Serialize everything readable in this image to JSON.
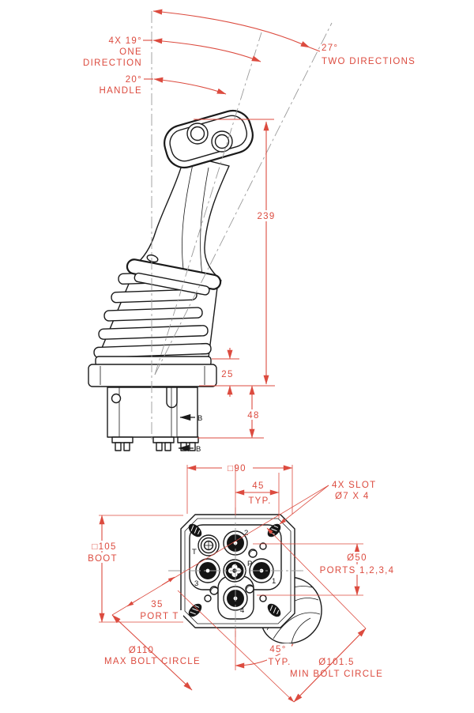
{
  "colors": {
    "dimension_red": "#DC4B3F",
    "line_black": "#1A1A1A",
    "centerline_gray": "#9A9A9A"
  },
  "side_view": {
    "callout_19": {
      "l1": "4X 19°",
      "l2": "ONE",
      "l3": "DIRECTION"
    },
    "callout_27": {
      "l1": "27°",
      "l2": "TWO DIRECTIONS"
    },
    "callout_20": {
      "l1": "20°",
      "l2": "HANDLE"
    },
    "dim_height": "239",
    "dim_flange": "25",
    "dim_body": "48",
    "section_marker": "B"
  },
  "bottom_view": {
    "dim_square": "□90",
    "dim_45": "45",
    "dim_45_suffix": "TYP.",
    "slot_l1": "4X SLOT",
    "slot_l2": "Ø7 X 4",
    "boot_l1": "□105",
    "boot_l2": "BOOT",
    "ports_l1": "Ø50",
    "ports_l2": "PORTS 1,2,3,4",
    "portt_l1": "35",
    "portt_l2": "PORT T",
    "max_l1": "Ø110",
    "max_l2": "MAX BOLT CIRCLE",
    "angle_l1": "45°",
    "angle_l2": "TYP.",
    "min_l1": "Ø101.5",
    "min_l2": "MIN BOLT CIRCLE",
    "port_labels": {
      "t": "T",
      "p": "P",
      "n1": "1",
      "n2": "2",
      "n3": "3",
      "n4": "4"
    }
  }
}
